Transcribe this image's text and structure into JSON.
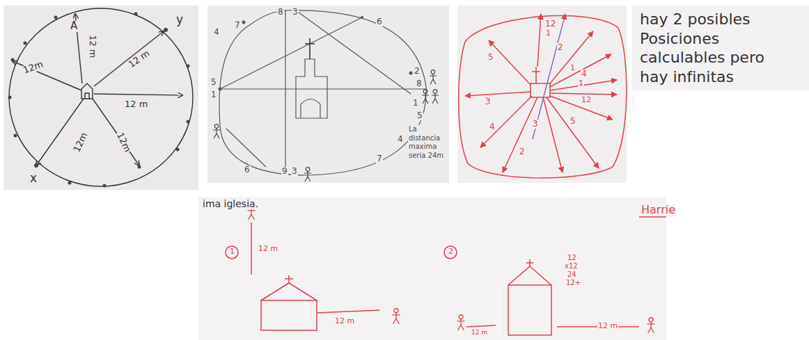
{
  "diagram": {
    "labels": [
      "A",
      "12 m",
      "12m",
      "12 m",
      "12 m",
      "12m",
      "12m",
      "y",
      "x",
      "8",
      "3",
      "6",
      "7",
      "4",
      "5",
      "1",
      "2",
      "8",
      "1",
      "5",
      "4",
      "7",
      "6",
      "9",
      "3",
      "La distancia maxima seria 24m",
      "12",
      "1",
      "2",
      "5",
      "1",
      "4",
      "1",
      "12",
      "3",
      "4",
      "3",
      "5",
      "2",
      "hay 2 posibles Posiciones calculables pero hay infinitas",
      "ima iglesia.",
      "Harrie",
      "1",
      "12 m",
      "12 m",
      "2",
      "12",
      "x12",
      "24",
      "12+",
      "12 m",
      "12 m"
    ]
  }
}
